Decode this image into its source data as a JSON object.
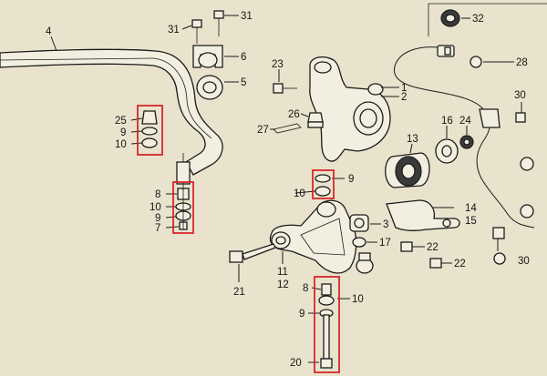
{
  "colors": {
    "highlight": "#d9262b",
    "ink": "#1b1b1b",
    "paper": "#e9e3cd"
  },
  "labels": {
    "n31a": "31",
    "n31b": "31",
    "n32": "32",
    "n4": "4",
    "n6": "6",
    "n5": "5",
    "n23": "23",
    "n1": "1",
    "n2": "2",
    "n28": "28",
    "n30a": "30",
    "n30b": "30",
    "n25": "25",
    "n9a": "9",
    "n10a": "10",
    "n26": "26",
    "n27": "27",
    "n16": "16",
    "n24": "24",
    "n13": "13",
    "n9b": "9",
    "n10b": "10",
    "n8a": "8",
    "n10c": "10",
    "n9c": "9",
    "n7": "7",
    "n3": "3",
    "n14": "14",
    "n15": "15",
    "n17": "17",
    "n22a": "22",
    "n22b": "22",
    "n21": "21",
    "n11": "11",
    "n12": "12",
    "n8b": "8",
    "n10d": "10",
    "n9d": "9",
    "n20": "20"
  }
}
